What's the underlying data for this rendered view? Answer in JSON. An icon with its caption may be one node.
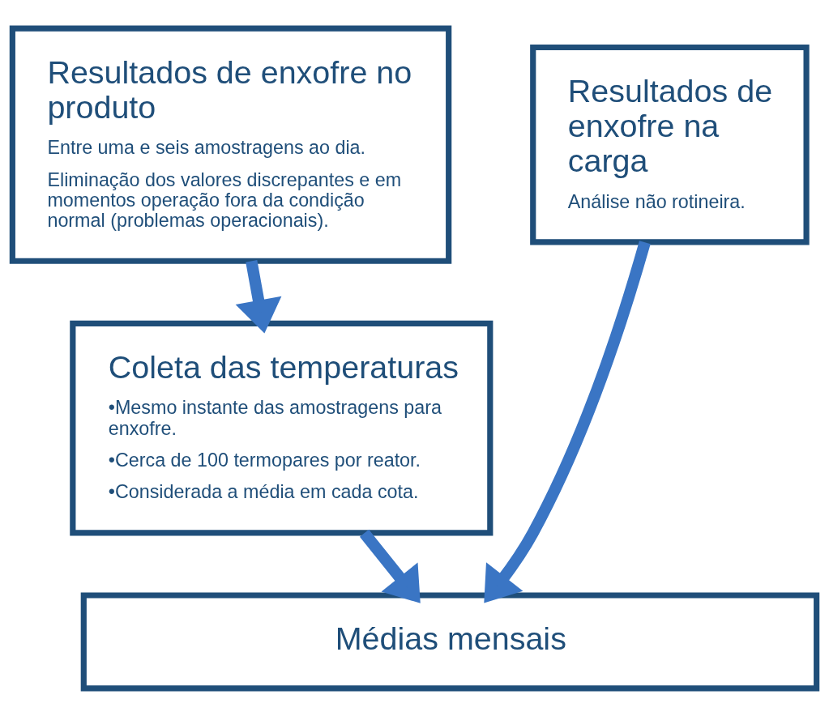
{
  "diagram": {
    "nodes": [
      {
        "text": [
          "Resultados de enxofre no produto",
          "Entre uma e seis amostragens ao dia.",
          "Eliminação dos valores discrepantes e em momentos operação fora da condição normal (problemas operacionais)."
        ]
      },
      {
        "text": [
          "Resultados de enxofre na carga",
          "Análise não rotineira."
        ]
      },
      {
        "text": [
          "Coleta das temperaturas",
          "•Mesmo instante das amostragens para enxofre.",
          "•Cerca de 100 termopares por reator.",
          "•Considerada a média em cada cota."
        ]
      },
      {
        "text": [
          "Médias mensais"
        ]
      }
    ],
    "edges": [
      {
        "from": 0,
        "to": 2,
        "arrow": "to"
      },
      {
        "from": 2,
        "to": 3,
        "arrow": "to"
      },
      {
        "from": 1,
        "to": 3,
        "arrow": "to"
      }
    ]
  }
}
